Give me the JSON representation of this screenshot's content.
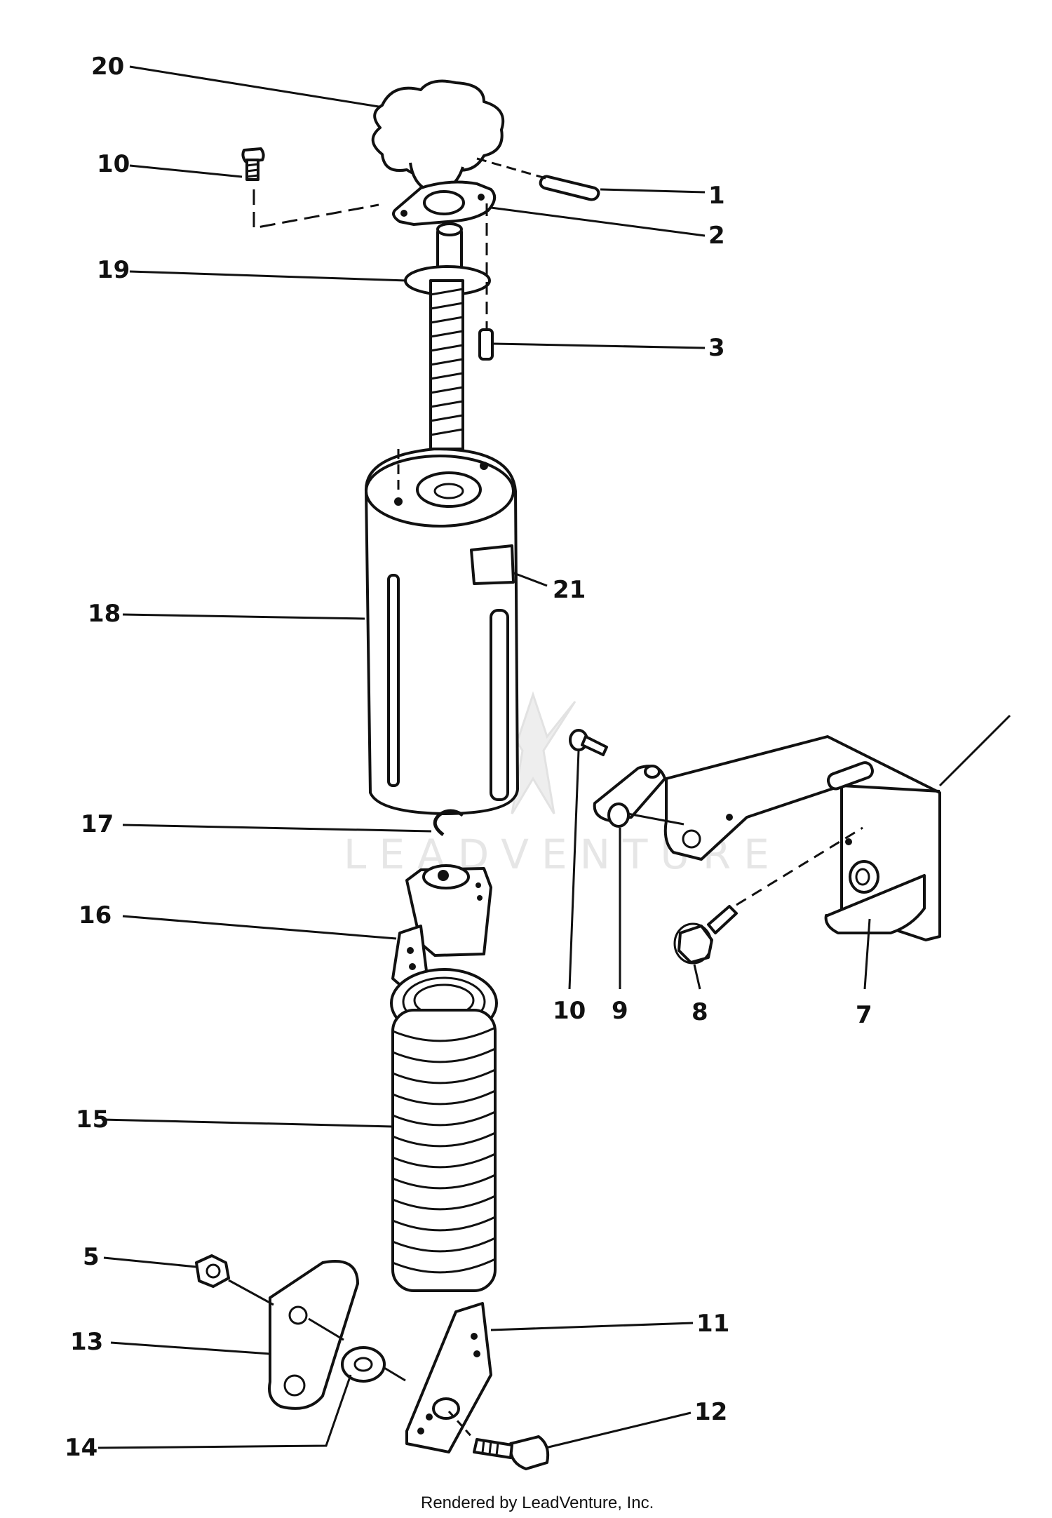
{
  "diagram": {
    "callouts": [
      {
        "id": "c20",
        "text": "20"
      },
      {
        "id": "c10a",
        "text": "10"
      },
      {
        "id": "c1",
        "text": "1"
      },
      {
        "id": "c2",
        "text": "2"
      },
      {
        "id": "c19",
        "text": "19"
      },
      {
        "id": "c3",
        "text": "3"
      },
      {
        "id": "c21",
        "text": "21"
      },
      {
        "id": "c18",
        "text": "18"
      },
      {
        "id": "c17",
        "text": "17"
      },
      {
        "id": "c16",
        "text": "16"
      },
      {
        "id": "c10b",
        "text": "10"
      },
      {
        "id": "c9",
        "text": "9"
      },
      {
        "id": "c8",
        "text": "8"
      },
      {
        "id": "c7",
        "text": "7"
      },
      {
        "id": "c15",
        "text": "15"
      },
      {
        "id": "c5",
        "text": "5"
      },
      {
        "id": "c11",
        "text": "11"
      },
      {
        "id": "c13",
        "text": "13"
      },
      {
        "id": "c12",
        "text": "12"
      },
      {
        "id": "c14",
        "text": "14"
      }
    ],
    "watermark": "LEADVENTURE",
    "credit": "Rendered by LeadVenture, Inc."
  }
}
